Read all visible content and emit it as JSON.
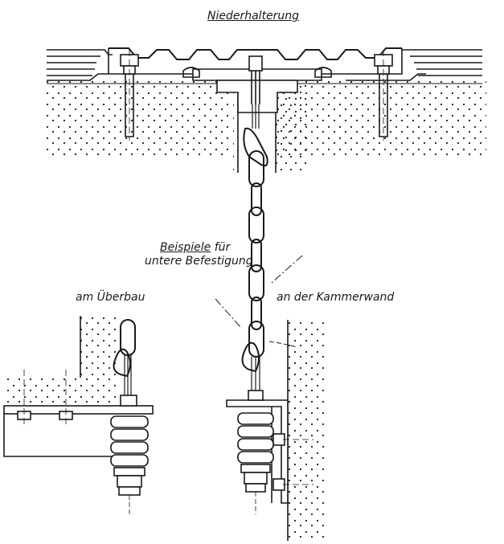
{
  "labels": {
    "title": "Niederhalterung",
    "examples_line1_underlined": "Beispiele",
    "examples_line1_rest": "für",
    "examples_line2": "untere Befestigung",
    "left_example": "am Überbau",
    "right_example": "an der Kammerwand"
  },
  "colors": {
    "ink": "#1a1a1a",
    "paper": "#ffffff"
  }
}
